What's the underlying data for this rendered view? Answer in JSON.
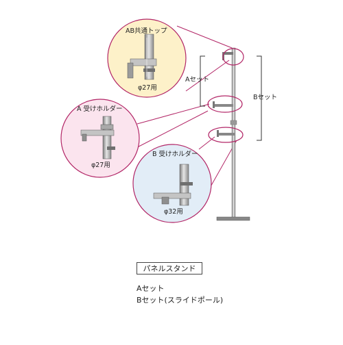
{
  "callouts": {
    "ab_top": {
      "title": "AB共通トップ",
      "diameter": "φ27用",
      "fill": "#FDF1C9"
    },
    "a_holder": {
      "title": "A 受けホルダー",
      "diameter": "φ27用",
      "fill": "#FBE4EE"
    },
    "b_holder": {
      "title": "B 受けホルダー",
      "diameter": "φ32用",
      "fill": "#E2EDF7"
    }
  },
  "brackets": {
    "a_set": "Aセット",
    "b_set": "Bセット"
  },
  "legend": {
    "title": "パネルスタンド",
    "items": [
      "Aセット",
      "Bセット(スライドポール)"
    ]
  },
  "colors": {
    "outline": "#B22566",
    "metal": "#9A9A9A"
  }
}
